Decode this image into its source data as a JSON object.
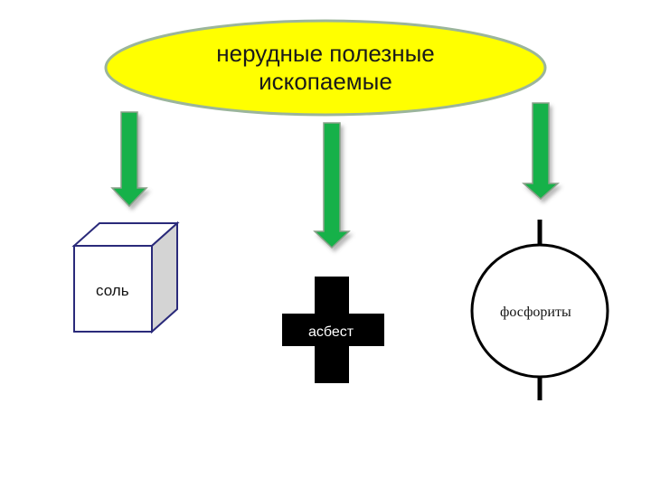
{
  "title": {
    "line1": "нерудные полезные",
    "line2": "ископаемые"
  },
  "items": [
    {
      "label": "соль",
      "shape": "cube"
    },
    {
      "label": "асбест",
      "shape": "cross"
    },
    {
      "label": "фосфориты",
      "shape": "circle"
    }
  ],
  "colors": {
    "title_fill": "#ffff00",
    "title_stroke": "#9bb59b",
    "arrow_fill": "#18b14a",
    "arrow_stroke": "#8aa08a",
    "cube_stroke": "#2a2a7a",
    "cube_side": "#d4d4d4",
    "cross_fill": "#000000"
  }
}
